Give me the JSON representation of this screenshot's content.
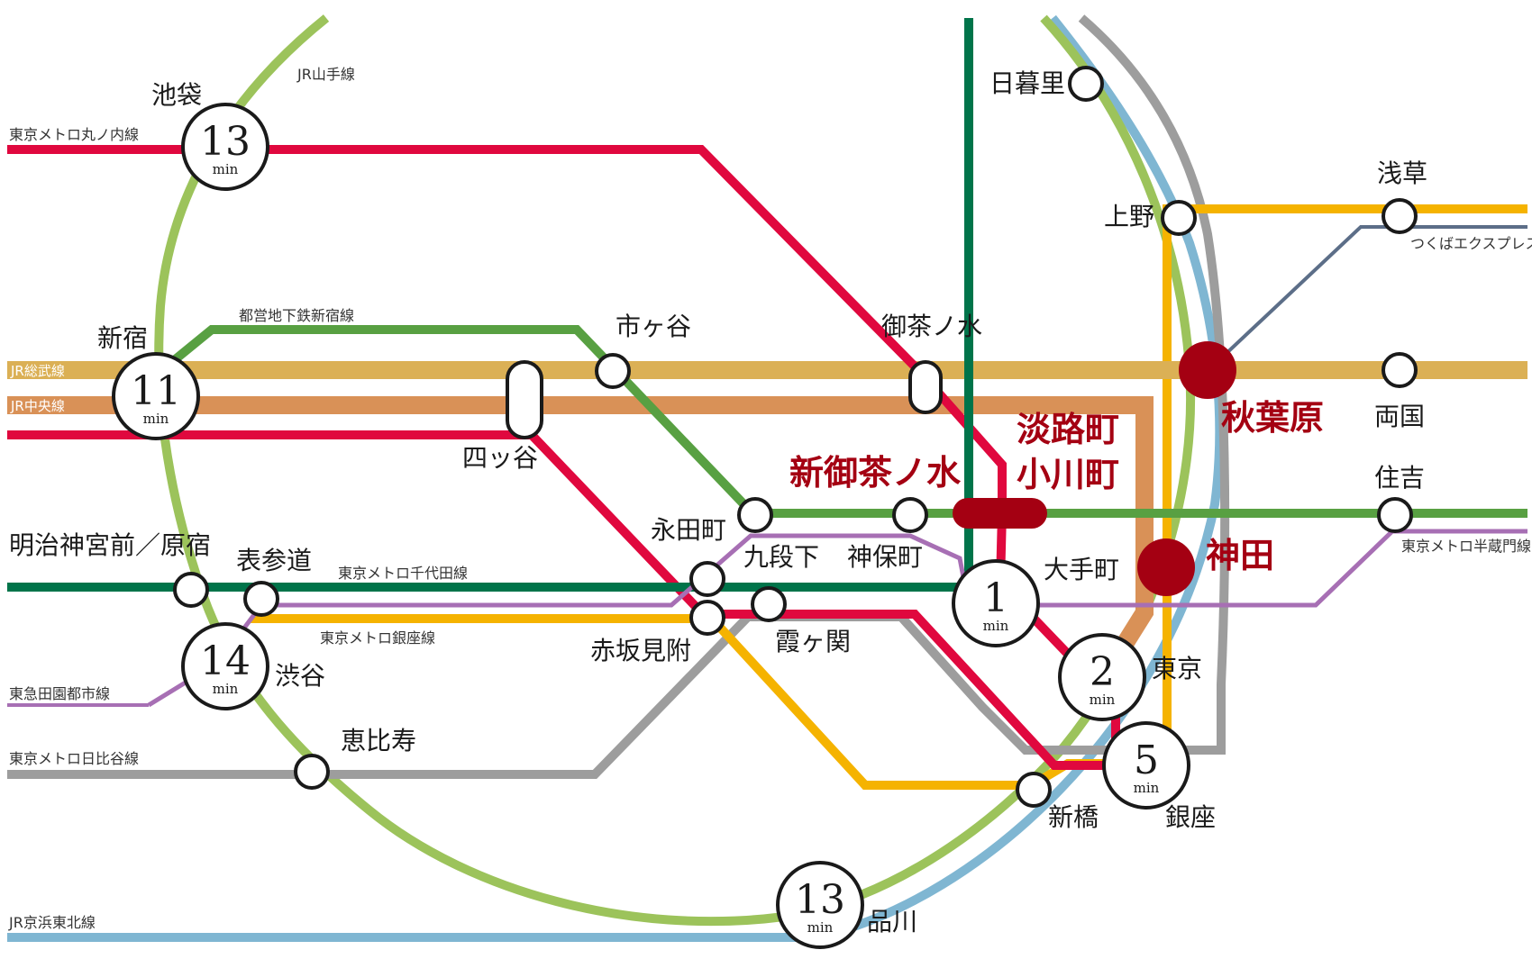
{
  "lines": {
    "yamanote": "JR山手線",
    "marunouchi": "東京メトロ丸ノ内線",
    "toei_shinjuku": "都営地下鉄新宿線",
    "sobu": "JR総武線",
    "chuo": "JR中央線",
    "chiyoda": "東京メトロ千代田線",
    "ginza": "東京メトロ銀座線",
    "denentoshi": "東急田園都市線",
    "hibiya": "東京メトロ日比谷線",
    "keihin_tohoku": "JR京浜東北線",
    "tsukuba": "つくばエクスプレス",
    "hanzomon": "東京メトロ半蔵門線"
  },
  "stations": {
    "ikebukuro": "池袋",
    "shinjuku": "新宿",
    "meiji_jingumae": "明治神宮前／原宿",
    "omotesando": "表参道",
    "shibuya": "渋谷",
    "ebisu": "恵比寿",
    "shinagawa": "品川",
    "yotsuya": "四ッ谷",
    "ichigaya": "市ヶ谷",
    "nagatacho": "永田町",
    "kudanshita": "九段下",
    "jimbocho": "神保町",
    "akasaka_mitsuke": "赤坂見附",
    "kasumigaseki": "霞ヶ関",
    "ochanomizu": "御茶ノ水",
    "shin_ochanomizu": "新御茶ノ水",
    "awajicho": "淡路町",
    "ogawamachi": "小川町",
    "otemachi": "大手町",
    "tokyo": "東京",
    "ginza": "銀座",
    "shimbashi": "新橋",
    "nippori": "日暮里",
    "ueno": "上野",
    "asakusa": "浅草",
    "akihabara": "秋葉原",
    "ryogoku": "両国",
    "kanda": "神田",
    "sumiyoshi": "住吉"
  },
  "times": {
    "ikebukuro": "13",
    "shinjuku": "11",
    "shibuya": "14",
    "shinagawa": "13",
    "otemachi": "1",
    "tokyo": "2",
    "ginza": "5",
    "unit": "min"
  },
  "colors": {
    "yamanote": "#9cc35b",
    "keihin_tohoku": "#7fb6d2",
    "marunouchi": "#e0083e",
    "toei_shinjuku": "#58a042",
    "sobu": "#dbb055",
    "chuo": "#d99157",
    "chiyoda": "#00744a",
    "ginza": "#f5b300",
    "hibiya": "#9d9d9d",
    "hanzomon": "#a76fb4",
    "denentoshi": "#a76fb4",
    "tsukuba": "#5c6e88",
    "highlight": "#a40012"
  }
}
